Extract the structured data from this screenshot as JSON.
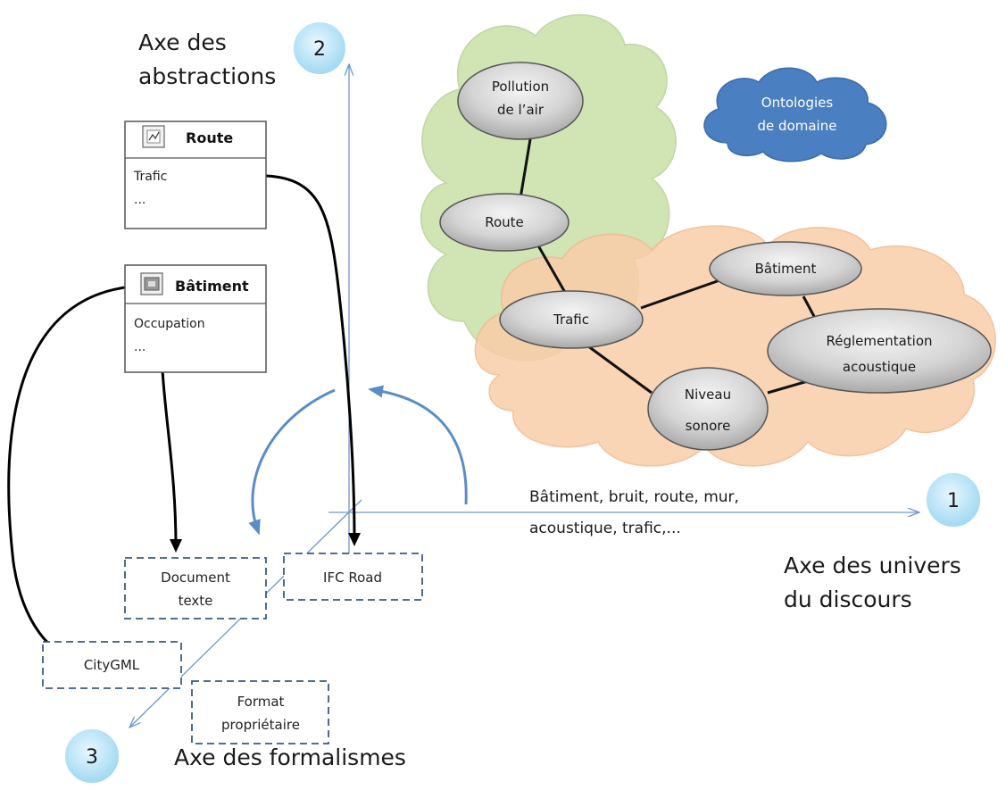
{
  "axes": {
    "abstractions": {
      "line1": "Axe des",
      "line2": "abstractions",
      "badge": "2"
    },
    "discourse": {
      "line1": "Axe des univers",
      "line2": "du discours",
      "badge": "1"
    },
    "formalisms": {
      "label": "Axe des formalismes",
      "badge": "3"
    }
  },
  "discourse_terms": {
    "line1": "Bâtiment, bruit, route, mur,",
    "line2": "acoustique, trafic,..."
  },
  "ontology_cloud": {
    "line1": "Ontologies",
    "line2": "de domaine"
  },
  "concepts": {
    "pollution": {
      "line1": "Pollution",
      "line2": "de l’air"
    },
    "route": "Route",
    "trafic": "Trafic",
    "batiment": "Bâtiment",
    "reglementation": {
      "line1": "Réglementation",
      "line2": "acoustique"
    },
    "niveau": {
      "line1": "Niveau",
      "line2": "sonore"
    }
  },
  "classes": {
    "route": {
      "title": "Route",
      "attributes": [
        "Trafic",
        "..."
      ]
    },
    "batiment": {
      "title": "Bâtiment",
      "attributes": [
        "Occupation",
        "..."
      ]
    }
  },
  "formats": {
    "document": {
      "line1": "Document",
      "line2": "texte"
    },
    "ifc": "IFC Road",
    "citygml": "CityGML",
    "proprietaire": {
      "line1": "Format",
      "line2": "propriétaire"
    }
  },
  "colors": {
    "green_cloud": "#c5dea6",
    "orange_cloud": "#f9cfae",
    "blue_cloud": "#4a7fc1",
    "badge": "#bfe6f7",
    "axis": "#6f96c6",
    "rotation_arrow": "#5b8cc4"
  }
}
